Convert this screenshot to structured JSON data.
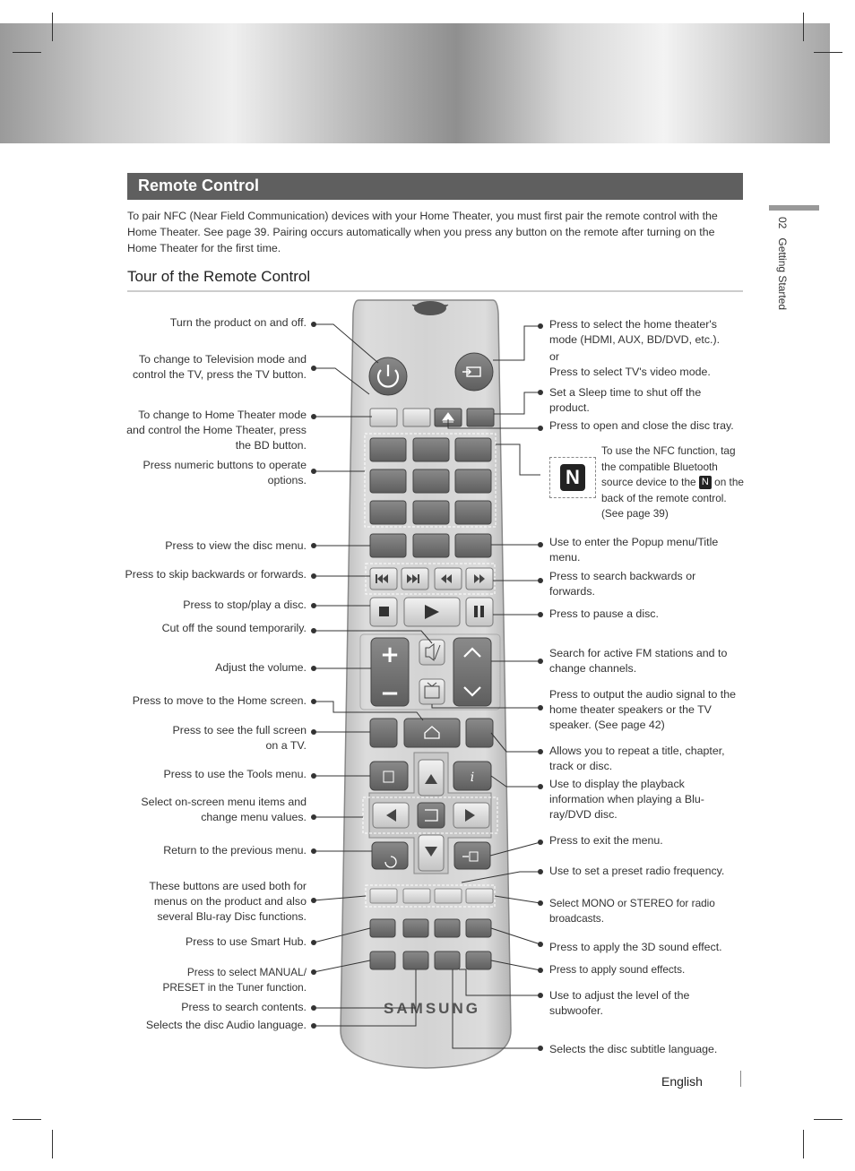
{
  "section": {
    "title": "Remote Control"
  },
  "intro": "To pair NFC (Near Field Communication) devices with your Home Theater, you must first pair the remote control with the Home Theater. See page 39. Pairing occurs automatically when you press any button on the remote after turning on the Home Theater for the first time.",
  "subheading": "Tour of the Remote Control",
  "side_tab": {
    "number": "02",
    "label": "Getting Started"
  },
  "left_labels": [
    "Turn the product on and off.",
    "To change to Television mode and control the TV, press the TV button.",
    "To change to Home Theater mode and control the Home Theater, press the BD button.",
    "Press numeric buttons to operate options.",
    "Press to view the disc menu.",
    "Press to skip backwards or forwards.",
    "Press to stop/play a disc.",
    "Cut off the sound temporarily.",
    "Adjust the volume.",
    "Press to move to the Home screen.",
    "Press to see the full screen on a TV.",
    "Press to use the Tools menu.",
    "Select on-screen menu items and change menu values.",
    "Return to the previous menu.",
    "These buttons are used both for menus on the product and also several Blu-ray Disc functions.",
    "Press to use Smart Hub.",
    "Press to select MANUAL/ PRESET in the Tuner function.",
    "Press to search contents.",
    "Selects the disc Audio language."
  ],
  "right_labels": [
    "Press to select the home theater's mode (HDMI, AUX, BD/DVD, etc.).",
    "or",
    "Press to select TV's video mode.",
    "Set a Sleep time to shut off the product.",
    "Press to open and close the disc tray.",
    "Use to enter the Popup menu/Title menu.",
    "Press to search backwards or forwards.",
    "Press to pause a disc.",
    "Search for active FM stations and to change channels.",
    "Press to output the audio signal to the home theater speakers or the TV speaker. (See page 42)",
    "Allows you to repeat a title, chapter, track or disc.",
    "Use to display the playback information when playing a Blu-ray/DVD disc.",
    "Press to exit the menu.",
    "Use to set a preset radio frequency.",
    "Select MONO or STEREO for radio broadcasts.",
    "Press to apply the 3D sound effect.",
    "Press to apply sound effects.",
    "Use to adjust the level of the subwoofer.",
    "Selects the disc subtitle language."
  ],
  "nfc": {
    "text_a": "To use the NFC function, tag the compatible Bluetooth source device to the",
    "text_b": "on the back of the remote control. (See page 39)",
    "symbol": "N"
  },
  "remote": {
    "brand": "SAMSUNG"
  },
  "footer": {
    "language": "English"
  }
}
